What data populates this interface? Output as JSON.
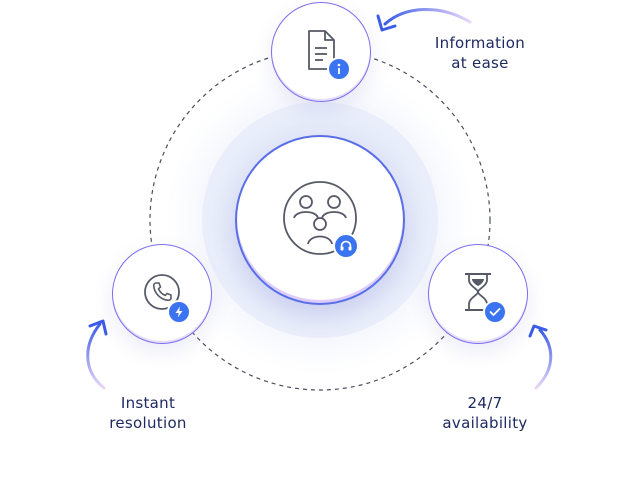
{
  "colors": {
    "accent_blue": "#3b74f0",
    "ring_violet": "#7d6ef0",
    "text_navy": "#1e2a62",
    "icon_gray": "#555a66",
    "halo": "#e9eefb"
  },
  "center": {
    "icon": "support-team-icon",
    "badge_icon": "headset-icon"
  },
  "nodes": {
    "top": {
      "icon": "document-icon",
      "badge_icon": "info-icon",
      "line1": "Information",
      "line2": "at ease"
    },
    "left": {
      "icon": "phone-icon",
      "badge_icon": "lightning-icon",
      "line1": "Instant",
      "line2": "resolution"
    },
    "right": {
      "icon": "hourglass-icon",
      "badge_icon": "check-icon",
      "line1": "24/7",
      "line2": "availability"
    }
  }
}
